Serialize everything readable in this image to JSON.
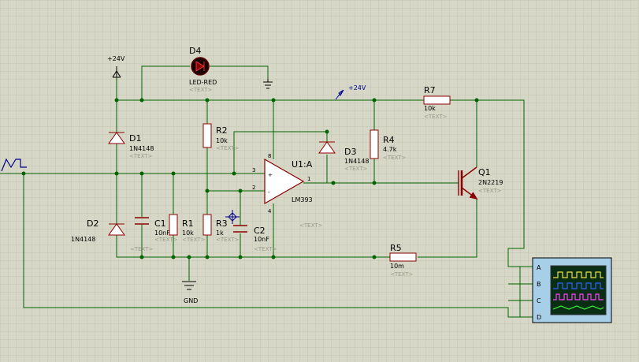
{
  "colors": {
    "background": "#d7d7c7",
    "grid": "#c6c6b3",
    "wire": "#006400",
    "component": "#8b0000",
    "junction": "#006400",
    "text": "#000000",
    "template_text": "#9a9a8a",
    "net_label": "#00008a",
    "scope_body": "#a7cfe8",
    "scope_screen": "#0a2e14"
  },
  "power": {
    "label": "+24V",
    "icon": "power-arrow-icon"
  },
  "net_label": {
    "label": "+24V",
    "icon": "net-flag-icon"
  },
  "ground": {
    "label": "GND",
    "icon": "ground-icon"
  },
  "source": {
    "icon": "square-wave-generator-icon"
  },
  "components": {
    "D1": {
      "ref": "D1",
      "value": "1N4148",
      "text": "<TEXT>"
    },
    "D2": {
      "ref": "D2",
      "value": "1N4148"
    },
    "D3": {
      "ref": "D3",
      "value": "1N4148",
      "text": "<TEXT>"
    },
    "D4": {
      "ref": "D4",
      "value": "LED-RED",
      "text": "<TEXT>"
    },
    "C1": {
      "ref": "C1",
      "value": "10nF",
      "text": "<TEXT>"
    },
    "C2": {
      "ref": "C2",
      "value": "10nF",
      "text": "<TEXT>"
    },
    "R1": {
      "ref": "R1",
      "value": "10k",
      "text": "<TEXT>"
    },
    "R2": {
      "ref": "R2",
      "value": "10k",
      "text": "<TEXT>"
    },
    "R3": {
      "ref": "R3",
      "value": "1k",
      "text": "<TEXT>"
    },
    "R4": {
      "ref": "R4",
      "value": "4.7k",
      "text": "<TEXT>"
    },
    "R5": {
      "ref": "R5",
      "value": "10m",
      "text": "<TEXT>"
    },
    "R7": {
      "ref": "R7",
      "value": "10k",
      "text": "<TEXT>"
    },
    "Q1": {
      "ref": "Q1",
      "value": "2N2219",
      "text": "<TEXT>"
    },
    "U1": {
      "ref": "U1:A",
      "value": "LM393",
      "text": "<TEXT>",
      "pin_plus": "+",
      "pin_minus": "-",
      "pin3": "3",
      "pin2": "2",
      "pin1": "1",
      "pin8": "8",
      "pin4": "4"
    }
  },
  "misc_text": [
    "<TEXT>",
    "<TEXT>"
  ],
  "oscilloscope": {
    "channels": [
      "A",
      "B",
      "C",
      "D"
    ]
  }
}
